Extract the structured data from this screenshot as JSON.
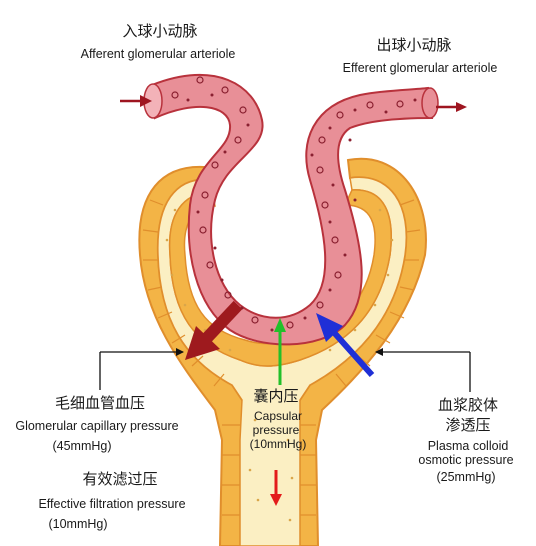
{
  "labels": {
    "afferent_cn": "入球小动脉",
    "afferent_en": "Afferent glomerular arteriole",
    "efferent_cn": "出球小动脉",
    "efferent_en": "Efferent glomerular arteriole",
    "glom_cn": "毛细血管血压",
    "glom_en": "Glomerular capillary pressure",
    "glom_val": "(45mmHg)",
    "caps_cn": "囊内压",
    "caps_en1": "Capsular",
    "caps_en2": "pressure",
    "caps_val": "(10mmHg)",
    "plasma_cn1": "血浆胶体",
    "plasma_cn2": "渗透压",
    "plasma_en1": "Plasma colloid",
    "plasma_en2": "osmotic pressure",
    "plasma_val": "(25mmHg)",
    "eff_cn": "有效滤过压",
    "eff_en": "Effective filtration pressure",
    "eff_val": "(10mmHg)"
  },
  "colors": {
    "capsule_fill": "#fbefc3",
    "capsule_wall": "#f3b446",
    "capsule_edge": "#e08e2c",
    "vessel_fill": "#e88f97",
    "vessel_edge": "#b8323c",
    "flow_arrow": "#9e1520",
    "glomerular_arrow": "#9e1a1e",
    "capsular_arrow": "#22c02a",
    "plasma_arrow": "#1f2fd6",
    "filtrate_arrow": "#e31b1b"
  }
}
